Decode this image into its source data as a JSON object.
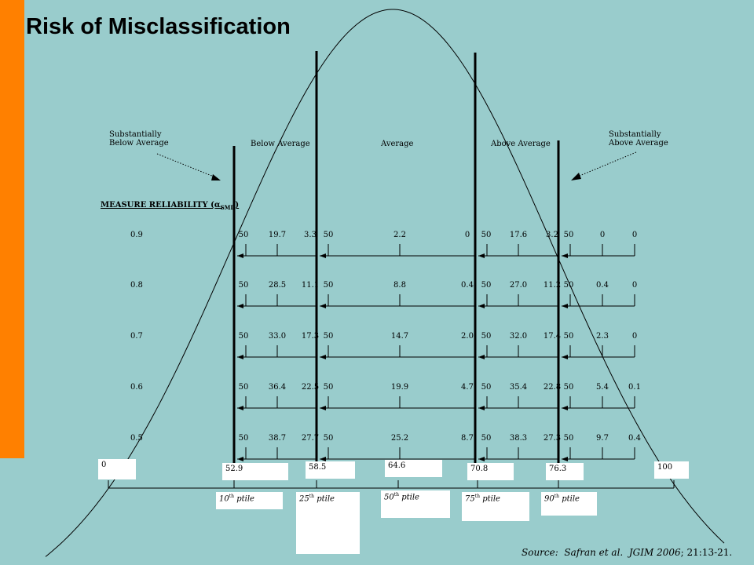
{
  "slide": {
    "title": "Risk of Misclassification",
    "accent_color": "#ff8000",
    "background_color": "#99cccc"
  },
  "categories": {
    "substantially_below": [
      "Substantially",
      "Below Average"
    ],
    "below": "Below Average",
    "average": "Average",
    "above": "Above Average",
    "substantially_above": [
      "Substantially",
      "Above Average"
    ]
  },
  "reliability_heading": "MEASURE RELIABILITY (α",
  "reliability_heading_sub": "SMD",
  "reliability_heading_close": ")",
  "rows": [
    {
      "reliability": "0.9",
      "values": [
        "50",
        "19.7",
        "3.3",
        "50",
        "2.2",
        "0",
        "50",
        "17.6",
        "3.2",
        "50",
        "0",
        "0"
      ]
    },
    {
      "reliability": "0.8",
      "values": [
        "50",
        "28.5",
        "11.1",
        "50",
        "8.8",
        "0.4",
        "50",
        "27.0",
        "11.2",
        "50",
        "0.4",
        "0"
      ]
    },
    {
      "reliability": "0.7",
      "values": [
        "50",
        "33.0",
        "17.3",
        "50",
        "14.7",
        "2.0",
        "50",
        "32.0",
        "17.4",
        "50",
        "2.3",
        "0"
      ]
    },
    {
      "reliability": "0.6",
      "values": [
        "50",
        "36.4",
        "22.5",
        "50",
        "19.9",
        "4.7",
        "50",
        "35.4",
        "22.8",
        "50",
        "5.4",
        "0.1"
      ]
    },
    {
      "reliability": "0.5",
      "values": [
        "50",
        "38.7",
        "27.7",
        "50",
        "25.2",
        "8.7",
        "50",
        "38.3",
        "27.3",
        "50",
        "9.7",
        "0.4"
      ]
    }
  ],
  "scale": {
    "min": "0",
    "max": "100",
    "cutpoints": [
      "52.9",
      "58.5",
      "64.6",
      "70.8",
      "76.3"
    ],
    "percentiles": [
      {
        "num": "10",
        "sup": "th",
        "text": "ptile"
      },
      {
        "num": "25",
        "sup": "th",
        "text": "ptile"
      },
      {
        "num": "50",
        "sup": "th",
        "text": "ptile"
      },
      {
        "num": "75",
        "sup": "th",
        "text": "ptile"
      },
      {
        "num": "90",
        "sup": "th",
        "text": "ptile"
      }
    ]
  },
  "source": {
    "label": "Source:",
    "authors": "Safran et al.",
    "journal": "JGIM 2006",
    "citation": "; 21:13-21."
  }
}
